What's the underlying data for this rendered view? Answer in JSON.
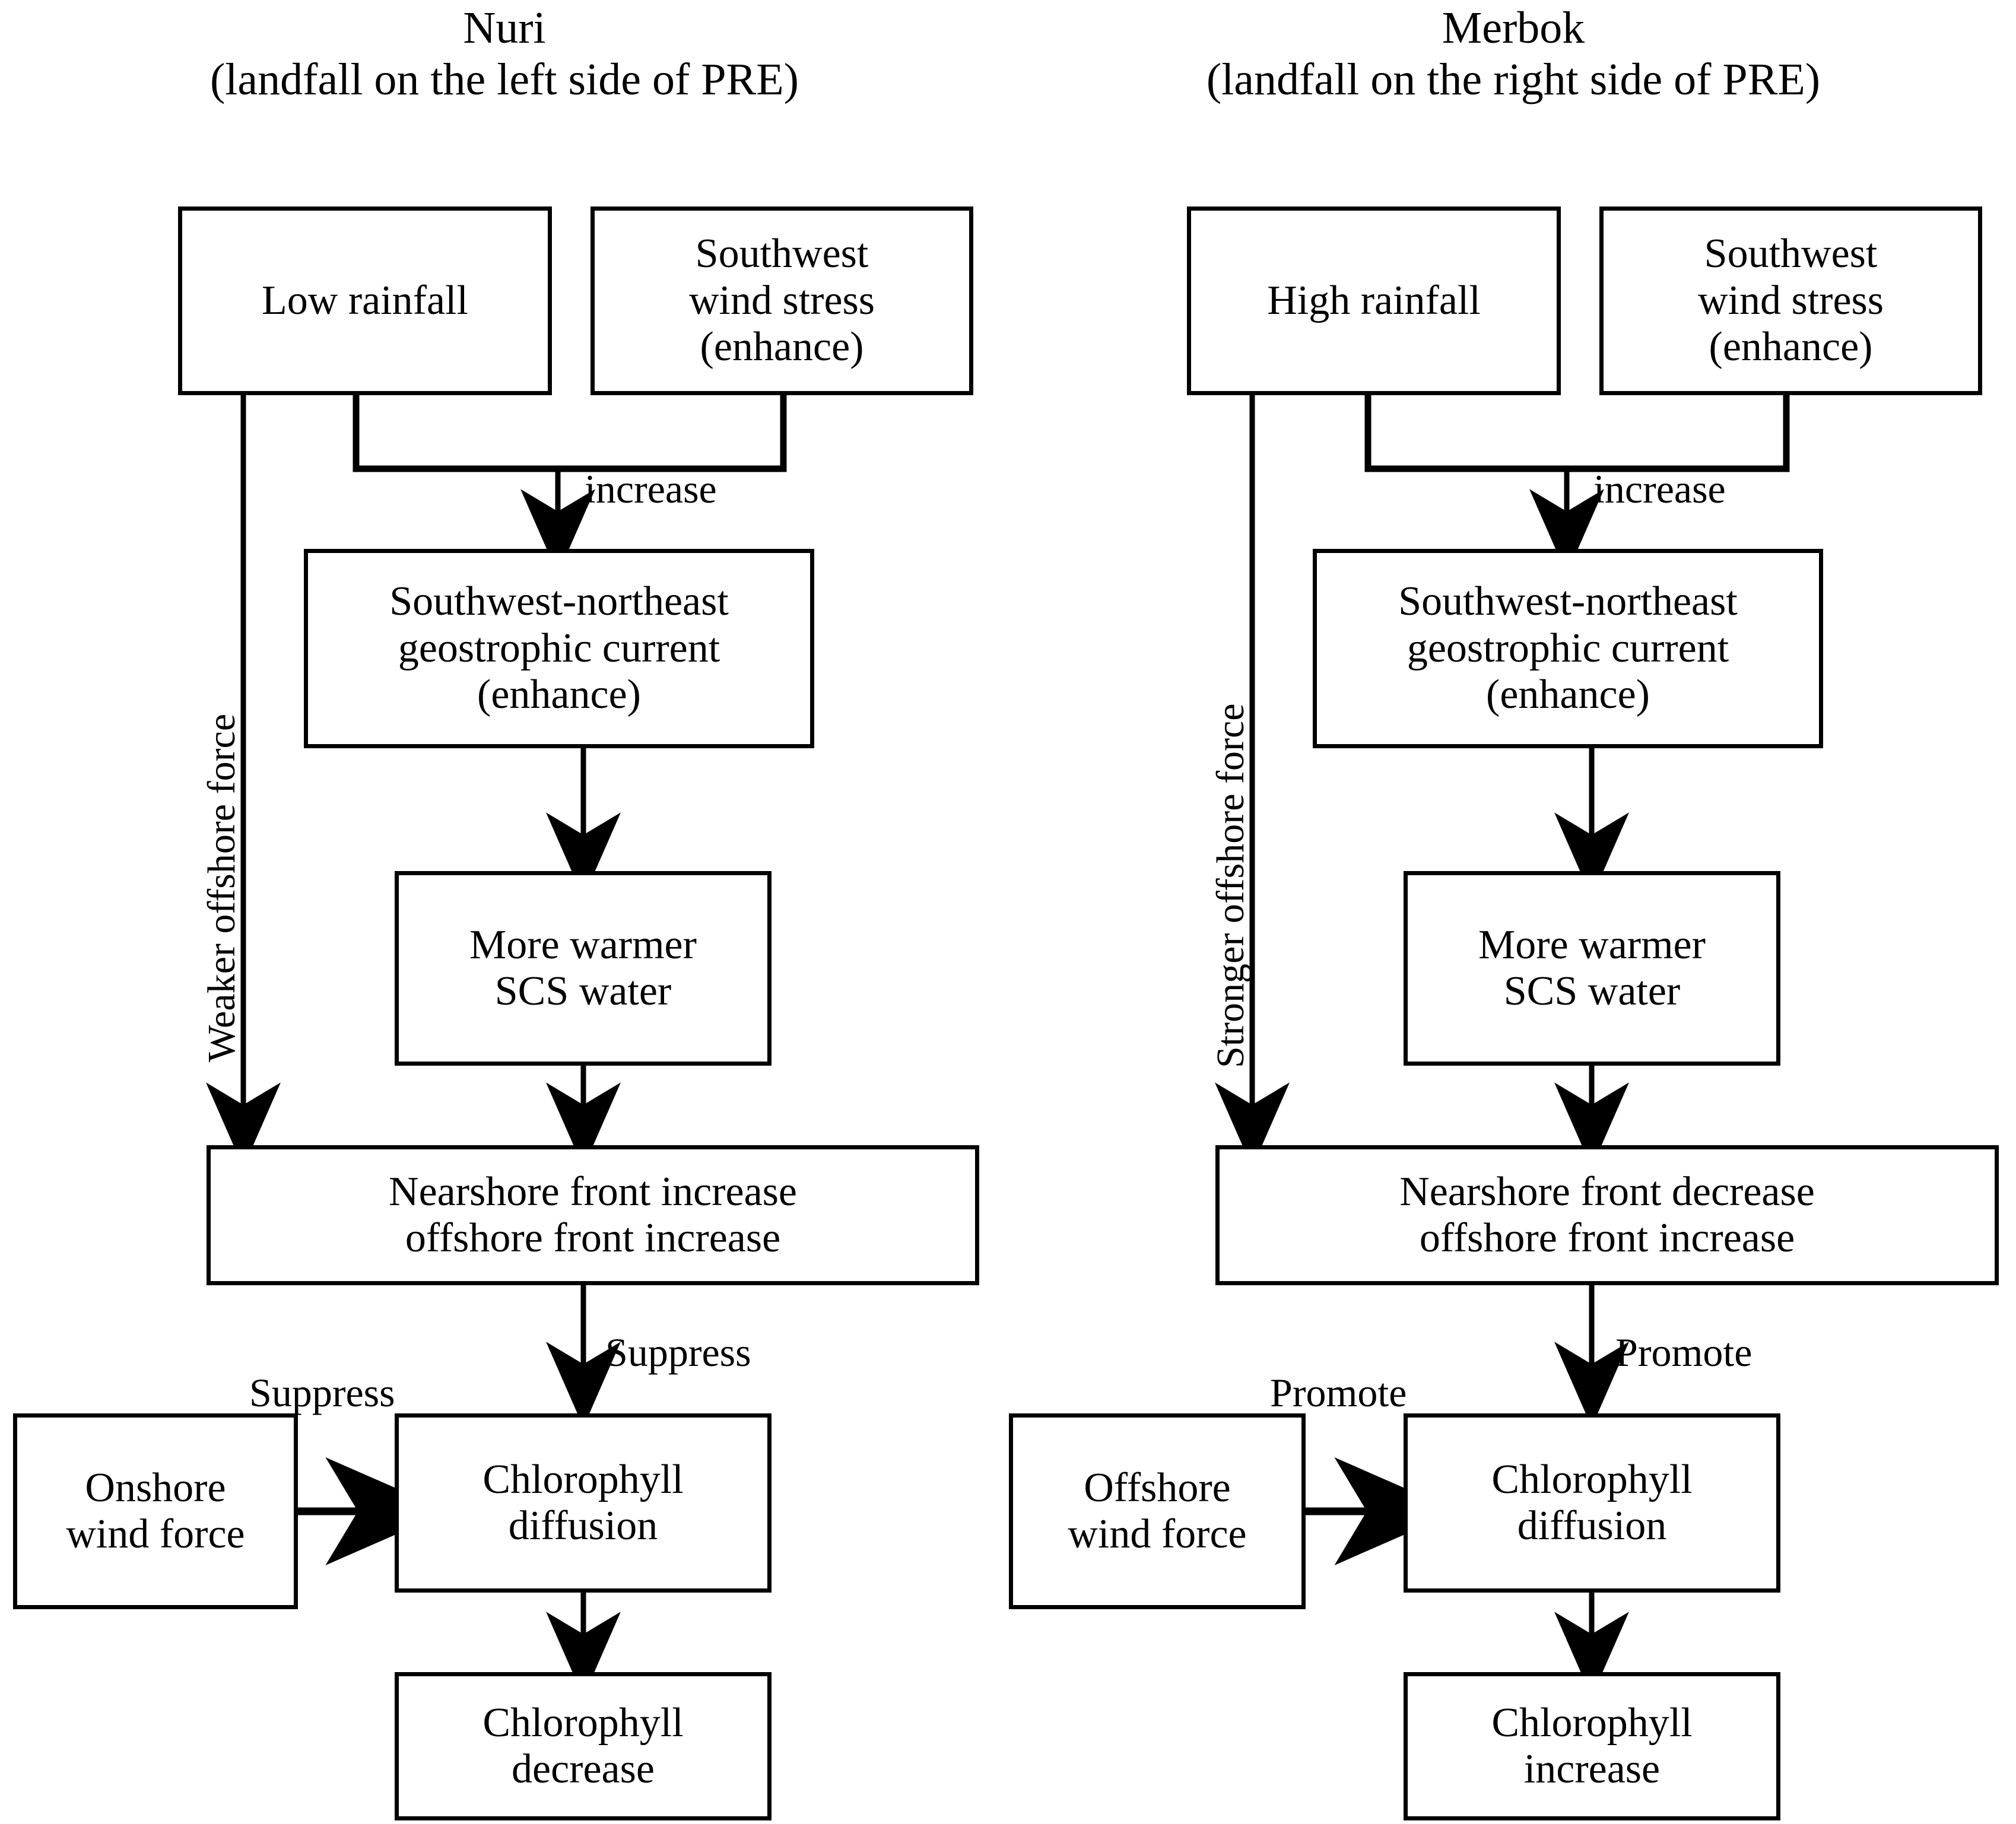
{
  "panels": [
    {
      "id": "nuri",
      "title_name": "Nuri",
      "title_sub": "(landfall on the left side of PRE)",
      "nodes": {
        "rainfall": "Low rainfall",
        "wind_stress": "Southwest\nwind stress\n(enhance)",
        "geostrophic": "Southwest-northeast\ngeostrophic current\n(enhance)",
        "scs_water": "More warmer\nSCS water",
        "fronts": "Nearshore front increase\noffshore front increase",
        "wind_force": "Onshore\nwind force",
        "chl_diffusion": "Chlorophyll\ndiffusion",
        "chl_result": "Chlorophyll\ndecrease"
      },
      "edge_labels": {
        "increase": "increase",
        "offshore_force": "Weaker offshore force",
        "from_front": "Suppress",
        "from_wind": "Suppress"
      }
    },
    {
      "id": "merbok",
      "title_name": "Merbok",
      "title_sub": "(landfall on the right side of PRE)",
      "nodes": {
        "rainfall": "High rainfall",
        "wind_stress": "Southwest\nwind stress\n(enhance)",
        "geostrophic": "Southwest-northeast\ngeostrophic current\n(enhance)",
        "scs_water": "More warmer\nSCS water",
        "fronts": "Nearshore front decrease\noffshore front increase",
        "wind_force": "Offshore\nwind force",
        "chl_diffusion": "Chlorophyll\ndiffusion",
        "chl_result": "Chlorophyll\nincrease"
      },
      "edge_labels": {
        "increase": "increase",
        "offshore_force": "Stronger offshore force",
        "from_front": "Promote",
        "from_wind": "Promote"
      }
    }
  ],
  "style": {
    "stroke": "#000000",
    "background": "#ffffff"
  }
}
